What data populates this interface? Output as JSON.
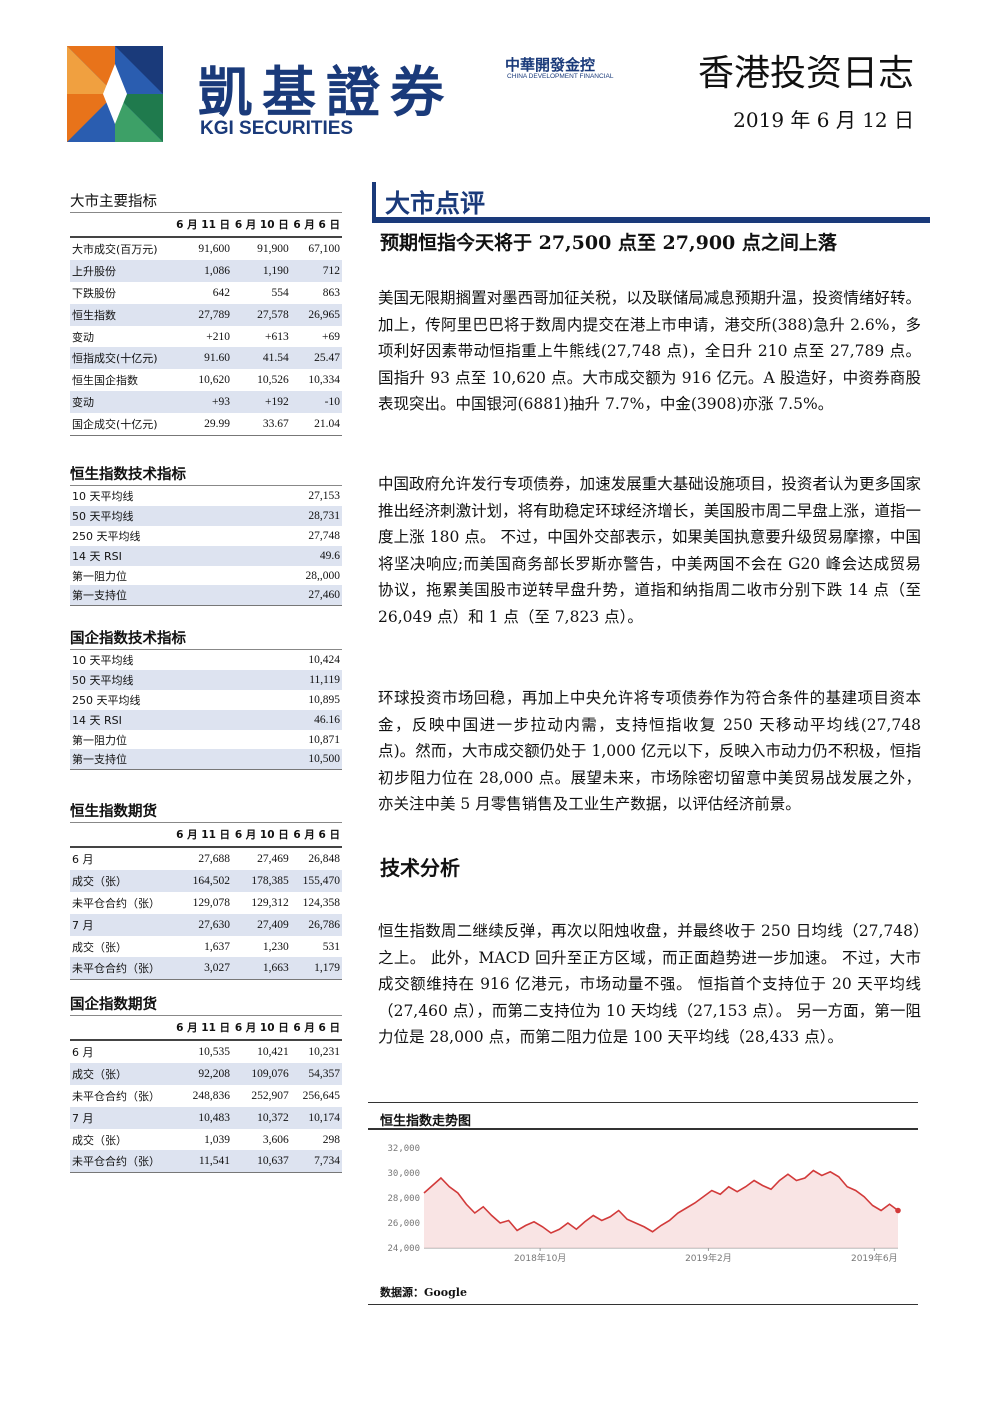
{
  "header": {
    "brand_cn": "凱基證券",
    "brand_en": "KGI SECURITIES",
    "partner_cn": "中華開發金控",
    "partner_en": "CHINA DEVELOPMENT FINANCIAL",
    "doc_title": "香港投资日志",
    "date": "2019 年 6 月 12 日",
    "colors": {
      "brand_blue": "#1a3a7a",
      "orange": "#e8731a",
      "blue": "#2a5db0",
      "green": "#1f7a4d",
      "grey": "#777777"
    }
  },
  "market": {
    "title": "大市主要指标",
    "cols": [
      "6 月 11 日",
      "6 月 10 日",
      "6 月 6 日"
    ],
    "rows": [
      {
        "label": "大市成交(百万元)",
        "v": [
          "91,600",
          "91,900",
          "67,100"
        ]
      },
      {
        "label": "上升股份",
        "v": [
          "1,086",
          "1,190",
          "712"
        ]
      },
      {
        "label": "下跌股份",
        "v": [
          "642",
          "554",
          "863"
        ]
      },
      {
        "label": "恒生指数",
        "v": [
          "27,789",
          "27,578",
          "26,965"
        ]
      },
      {
        "label": "变动",
        "v": [
          "+210",
          "+613",
          "+69"
        ]
      },
      {
        "label": "恒指成交(十亿元)",
        "v": [
          "91.60",
          "41.54",
          "25.47"
        ]
      },
      {
        "label": "恒生国企指数",
        "v": [
          "10,620",
          "10,526",
          "10,334"
        ]
      },
      {
        "label": "变动",
        "v": [
          "+93",
          "+192",
          "-10"
        ]
      },
      {
        "label": "国企成交(十亿元)",
        "v": [
          "29.99",
          "33.67",
          "21.04"
        ]
      }
    ]
  },
  "hsi_tech": {
    "title": "恒生指数技术指标",
    "rows": [
      {
        "label": "10 天平均线",
        "v": "27,153"
      },
      {
        "label": "50 天平均线",
        "v": "28,731"
      },
      {
        "label": "250 天平均线",
        "v": "27,748"
      },
      {
        "label": "14 天 RSI",
        "v": "49.6"
      },
      {
        "label": "第一阻力位",
        "v": "28,,000"
      },
      {
        "label": "第一支持位",
        "v": "27,460"
      }
    ]
  },
  "hscei_tech": {
    "title": "国企指数技术指标",
    "rows": [
      {
        "label": "10 天平均线",
        "v": "10,424"
      },
      {
        "label": "50 天平均线",
        "v": "11,119"
      },
      {
        "label": "250 天平均线",
        "v": "10,895"
      },
      {
        "label": "14 天 RSI",
        "v": "46.16"
      },
      {
        "label": "第一阻力位",
        "v": "10,871"
      },
      {
        "label": "第一支持位",
        "v": "10,500"
      }
    ]
  },
  "hsi_fut": {
    "title": "恒生指数期货",
    "cols": [
      "6 月 11 日",
      "6 月 10 日",
      "6 月 6 日"
    ],
    "rows": [
      {
        "label": "6 月",
        "v": [
          "27,688",
          "27,469",
          "26,848"
        ]
      },
      {
        "label": "成交（张）",
        "v": [
          "164,502",
          "178,385",
          "155,470"
        ]
      },
      {
        "label": "未平仓合约（张）",
        "v": [
          "129,078",
          "129,312",
          "124,358"
        ]
      },
      {
        "label": "7 月",
        "v": [
          "27,630",
          "27,409",
          "26,786"
        ]
      },
      {
        "label": "成交（张）",
        "v": [
          "1,637",
          "1,230",
          "531"
        ]
      },
      {
        "label": "未平仓合约（张）",
        "v": [
          "3,027",
          "1,663",
          "1,179"
        ]
      }
    ]
  },
  "hscei_fut": {
    "title": "国企指数期货",
    "cols": [
      "6 月 11 日",
      "6 月 10 日",
      "6 月 6 日"
    ],
    "rows": [
      {
        "label": "6 月",
        "v": [
          "10,535",
          "10,421",
          "10,231"
        ]
      },
      {
        "label": "成交（张）",
        "v": [
          "92,208",
          "109,076",
          "54,357"
        ]
      },
      {
        "label": "未平仓合约（张）",
        "v": [
          "248,836",
          "252,907",
          "256,645"
        ]
      },
      {
        "label": "7 月",
        "v": [
          "10,483",
          "10,372",
          "10,174"
        ]
      },
      {
        "label": "成交（张）",
        "v": [
          "1,039",
          "3,606",
          "298"
        ]
      },
      {
        "label": "未平仓合约（张）",
        "v": [
          "11,541",
          "10,637",
          "7,734"
        ]
      }
    ]
  },
  "commentary": {
    "section": "大市点评",
    "headline": "预期恒指今天将于 27,500 点至 27,900 点之间上落",
    "p1": "美国无限期搁置对墨西哥加征关税，以及联储局减息预期升温，投资情绪好转。加上，传阿里巴巴将于数周内提交在港上市申请，港交所(388)急升 2.6%，多项利好因素带动恒指重上牛熊线(27,748 点)，全日升 210 点至 27,789 点。国指升 93 点至 10,620 点。大市成交额为 916 亿元。A 股造好，中资券商股表现突出。中国银河(6881)抽升 7.7%，中金(3908)亦涨 7.5%。",
    "p2": "中国政府允许发行专项债券，加速发展重大基础设施项目，投资者认为更多国家推出经济刺激计划，将有助稳定环球经济增长，美国股市周二早盘上涨，道指一度上涨 180 点。 不过，中国外交部表示，如果美国执意要升级贸易摩擦，中国将坚决响应;而美国商务部长罗斯亦警告，中美两国不会在 G20 峰会达成贸易协议，拖累美国股市逆转早盘升势，道指和纳指周二收市分别下跌 14 点（至 26,049 点）和 1 点（至 7,823 点）。",
    "p3": "环球投资市场回稳，再加上中央允许将专项债券作为符合条件的基建项目资本金，反映中国进一步拉动内需，支持恒指收复 250 天移动平均线(27,748 点)。然而，大市成交额仍处于 1,000 亿元以下，反映入市动力仍不积极，恒指初步阻力位在 28,000 点。展望未来，市场除密切留意中美贸易战发展之外，亦关注中美 5 月零售销售及工业生产数据，以评估经济前景。",
    "tech_title": "技术分析",
    "p4": "恒生指数周二继续反弹，再次以阳烛收盘，并最终收于 250 日均线（27,748）之上。 此外，MACD 回升至正方区域，而正面趋势进一步加速。 不过，大市成交额维持在 916 亿港元，市场动量不强。 恒指首个支持位于 20 天平均线（27,460 点），而第二支持位为 10 天均线（27,153 点）。 另一方面，第一阻力位是 28,000 点，而第二阻力位是 100 天平均线（28,433 点）。"
  },
  "chart_data": {
    "type": "line",
    "title": "恒生指数走势图",
    "source": "数据源：Google",
    "ylim": [
      24000,
      32000
    ],
    "yticks": [
      "32,000",
      "30,000",
      "28,000",
      "26,000",
      "24,000"
    ],
    "ytick_values": [
      32000,
      30000,
      28000,
      26000,
      24000
    ],
    "xtick_labels": [
      "2018年10月",
      "2019年2月",
      "2019年6月"
    ],
    "xtick_positions": [
      0.245,
      0.6,
      0.95
    ],
    "grid": false,
    "color": "#d23a3a",
    "series": [
      {
        "values": [
          28400,
          29000,
          29600,
          28900,
          28400,
          27500,
          26800,
          27300,
          26600,
          26000,
          26200,
          25400,
          25800,
          26100,
          25700,
          25200,
          25500,
          26000,
          25500,
          26100,
          26600,
          26200,
          26500,
          27000,
          26300,
          26000,
          25700,
          25300,
          25800,
          26200,
          26800,
          27200,
          27600,
          28100,
          28600,
          28300,
          28900,
          28500,
          28900,
          29400,
          29000,
          28700,
          29400,
          29900,
          29400,
          29600,
          30200,
          29800,
          30100,
          29700,
          28900,
          28600,
          28100,
          27400,
          27000,
          27500,
          27000
        ]
      }
    ]
  }
}
